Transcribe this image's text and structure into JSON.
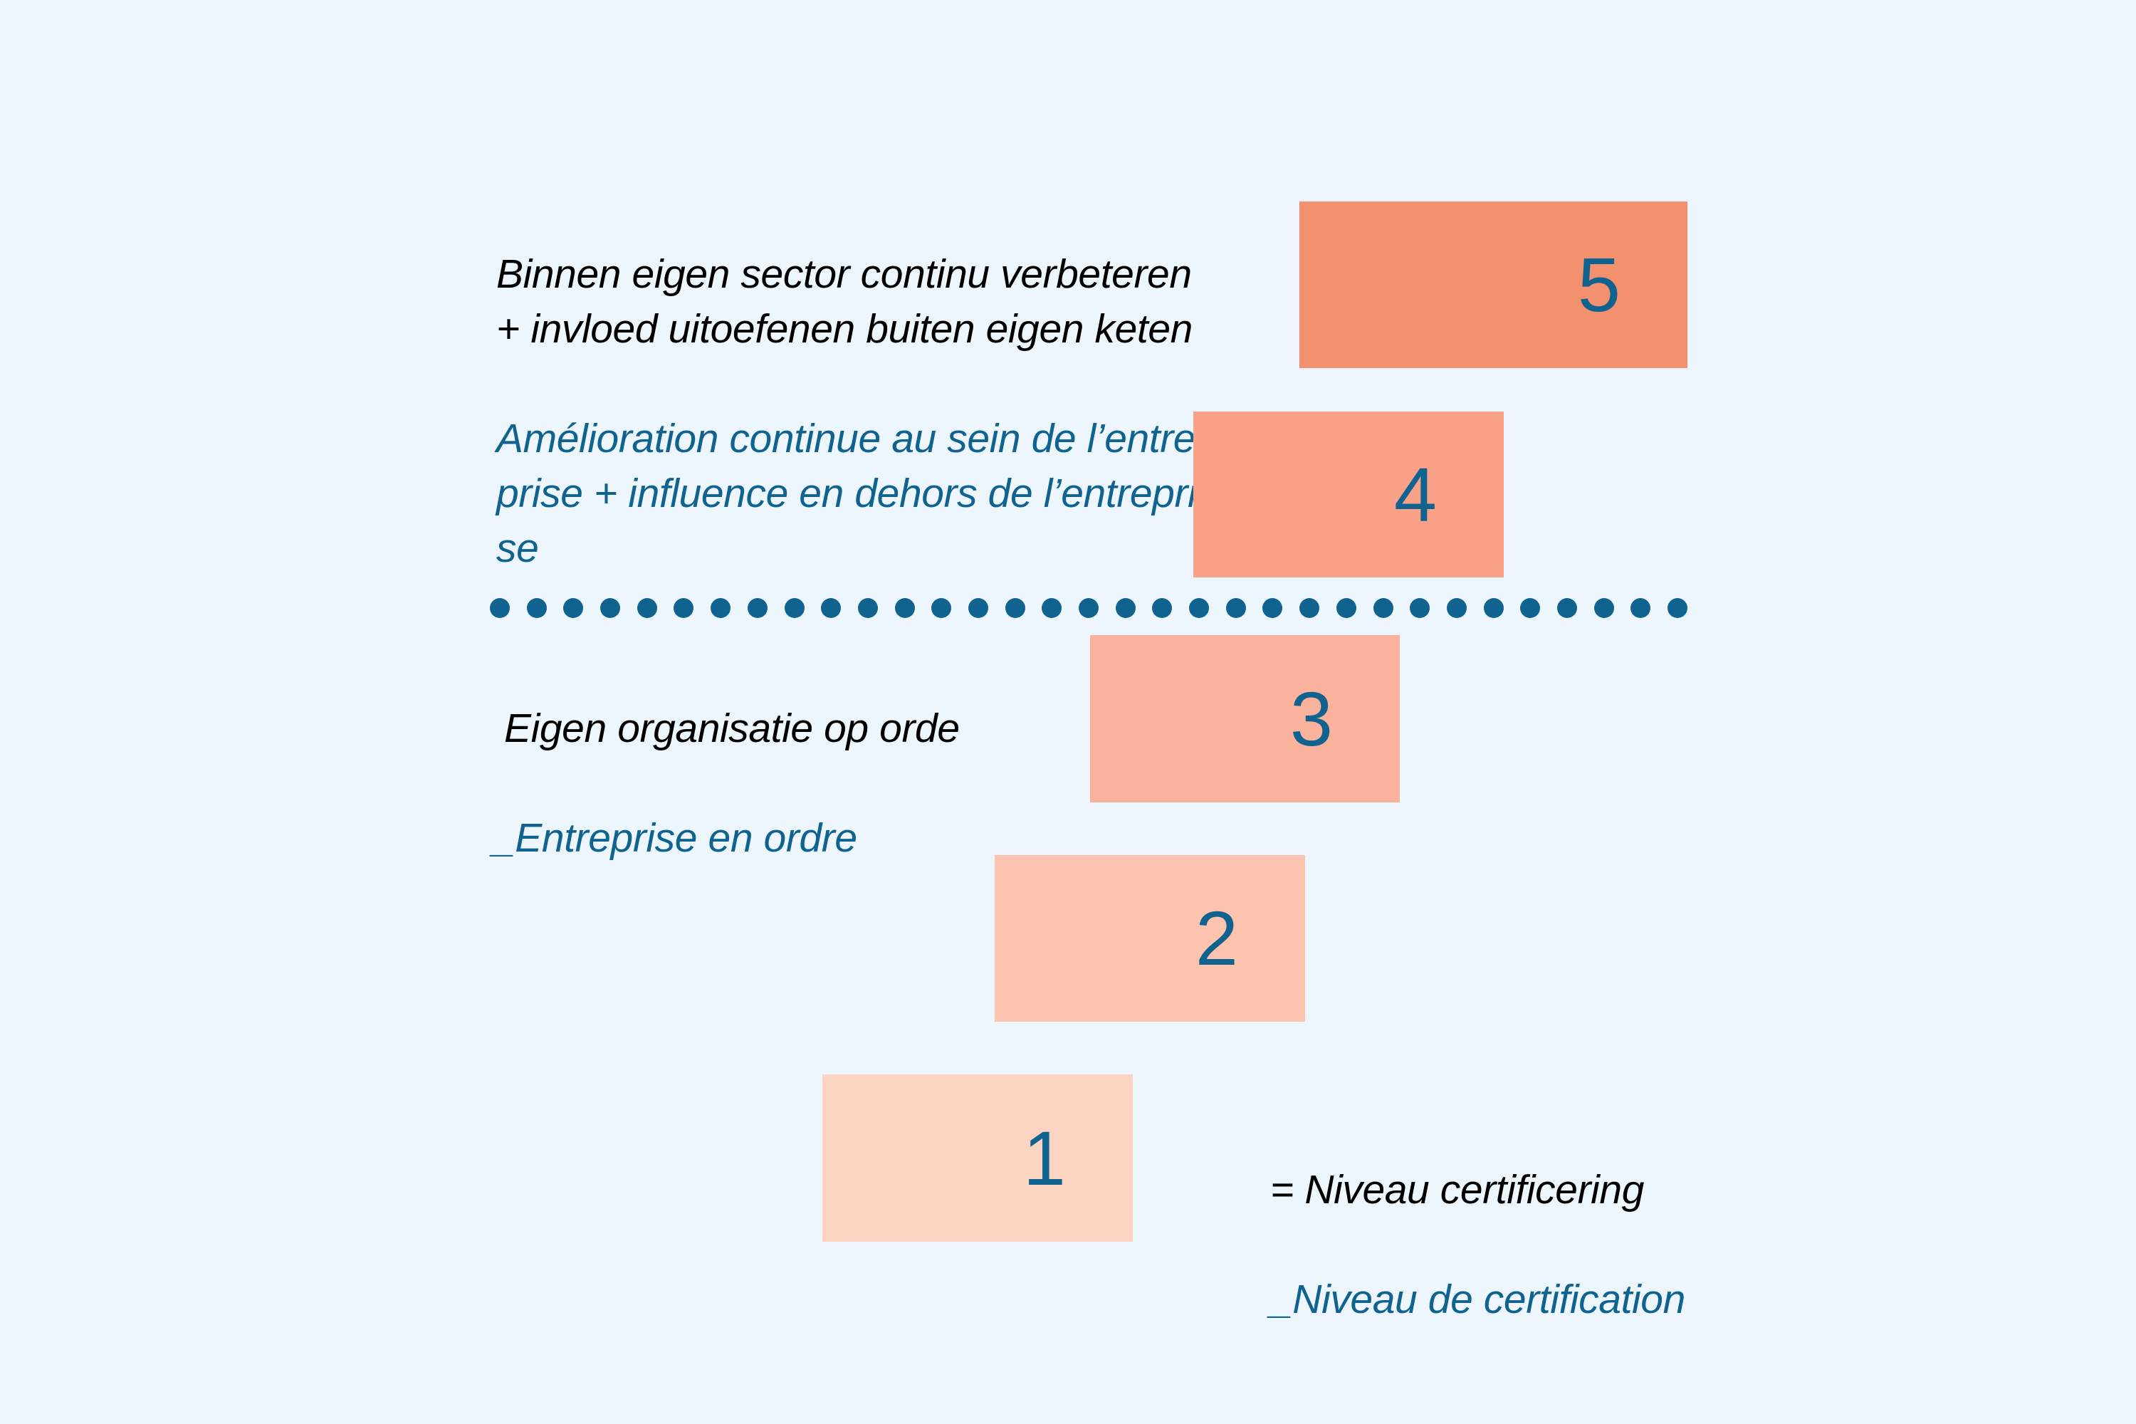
{
  "colors": {
    "background": "#eef6fd",
    "accent_blue": "#10638f",
    "text_black": "#000000",
    "level_5": "#f3906d",
    "level_4": "#f9a287",
    "level_3": "#fbb29c",
    "level_2": "#fcc3ae",
    "level_1": "#fcd4c2"
  },
  "labels": {
    "top": {
      "nl": "Binnen eigen sector continu verbeteren\n+ invloed uitoefenen buiten eigen keten",
      "fr": "Amélioration continue au sein de l’entre-\nprise + influence en dehors de l’entrepri-\nse"
    },
    "middle": {
      "nl": "Eigen organisatie op orde",
      "fr": "_Entreprise en ordre"
    },
    "legend": {
      "nl": "= Niveau certificering",
      "fr": "_Niveau de certification"
    }
  },
  "divider": {
    "dot_count": 33,
    "dot_color": "#10638f"
  },
  "chart_data": {
    "type": "bar",
    "orientation": "staircase",
    "title": "",
    "subtitle": "",
    "xlabel": "",
    "ylabel": "",
    "categories": [
      "1",
      "2",
      "3",
      "4",
      "5"
    ],
    "values": [
      1,
      2,
      3,
      4,
      5
    ],
    "legend_position": "bottom-right",
    "grid": false,
    "annotations": [
      "Binnen eigen sector continu verbeteren + invloed uitoefenen buiten eigen keten",
      "Amélioration continue au sein de l’entreprise + influence en dehors de l’entreprise",
      "Eigen organisatie op orde",
      "_Entreprise en ordre",
      "= Niveau certificering",
      "_Niveau de certification"
    ],
    "bars": [
      {
        "label": "5",
        "color": "#f3906d",
        "group": "above-divider"
      },
      {
        "label": "4",
        "color": "#f9a287",
        "group": "above-divider"
      },
      {
        "label": "3",
        "color": "#fbb29c",
        "group": "below-divider"
      },
      {
        "label": "2",
        "color": "#fcc3ae",
        "group": "below-divider"
      },
      {
        "label": "1",
        "color": "#fcd4c2",
        "group": "below-divider"
      }
    ]
  }
}
